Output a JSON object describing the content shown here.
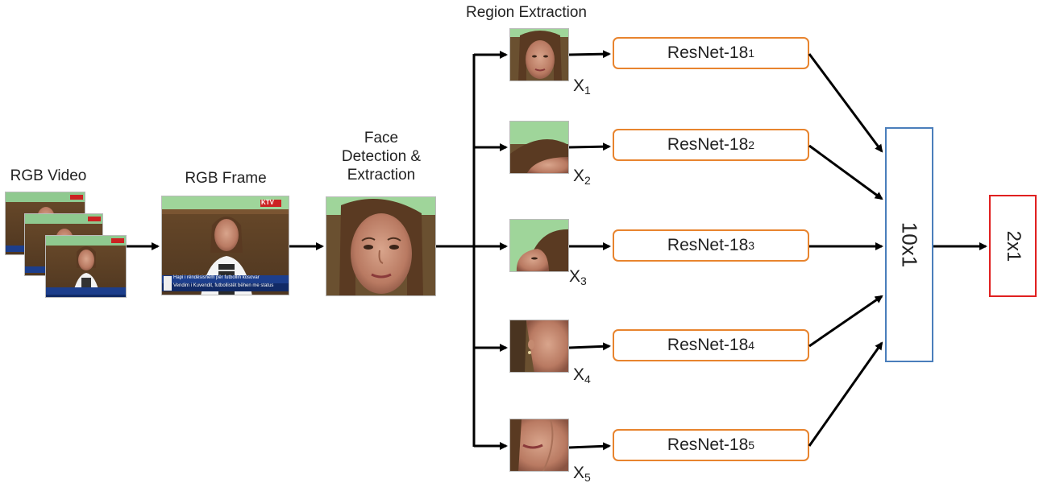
{
  "labels": {
    "rgb_video": "RGB Video",
    "rgb_frame": "RGB Frame",
    "face_detection_line1": "Face",
    "face_detection_line2": "Detection &",
    "face_detection_line3": "Extraction",
    "region_extraction": "Region Extraction"
  },
  "overlay": {
    "channel_logo": "KTV",
    "caption_line1": "Hapi i rëndësishëm për futbollin kosovar",
    "caption_line2": "Vendim i Kuvendit, futbollistët bëhen me status"
  },
  "regions": [
    {
      "x_base": "X",
      "x_sub": "1",
      "net_base": "ResNet-18",
      "net_sub": "1"
    },
    {
      "x_base": "X",
      "x_sub": "2",
      "net_base": "ResNet-18",
      "net_sub": "2"
    },
    {
      "x_base": "X",
      "x_sub": "3",
      "net_base": "ResNet-18",
      "net_sub": "3"
    },
    {
      "x_base": "X",
      "x_sub": "4",
      "net_base": "ResNet-18",
      "net_sub": "4"
    },
    {
      "x_base": "X",
      "x_sub": "5",
      "net_base": "ResNet-18",
      "net_sub": "5"
    }
  ],
  "fusion_layer": "10x1",
  "output_layer": "2x1",
  "colors": {
    "resnet_border": "#e8842e",
    "fusion_border": "#4a7ebb",
    "output_border": "#e02020",
    "arrow": "#000000"
  }
}
